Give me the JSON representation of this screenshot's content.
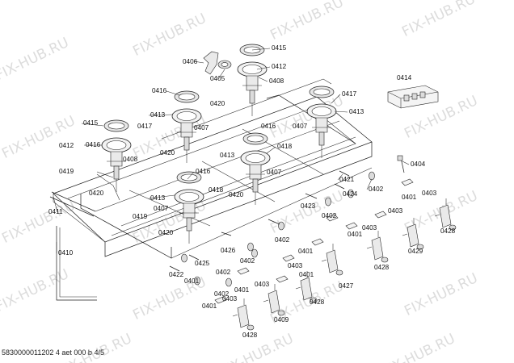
{
  "watermark": "FIX-HUB.RU",
  "footer": "5830000011202 4 aet 000 b 4/5",
  "callouts": [
    "0415",
    "0406",
    "0412",
    "0405",
    "0408",
    "0414",
    "0416",
    "0417",
    "0420",
    "0416",
    "0413",
    "0413",
    "0407",
    "0415",
    "0417",
    "0407",
    "0418",
    "0416",
    "0412",
    "0420",
    "0413",
    "0404",
    "0419",
    "0408",
    "0407",
    "0421",
    "0420",
    "0416",
    "0418",
    "0420",
    "0402",
    "0424",
    "0401",
    "0411",
    "0413",
    "0407",
    "0423",
    "0402",
    "0403",
    "0419",
    "0403",
    "0401",
    "0420",
    "0402",
    "0403",
    "0401",
    "0428",
    "0410",
    "0402",
    "0426",
    "0425",
    "0401",
    "0402",
    "0429",
    "0422",
    "0403",
    "0401",
    "0428",
    "0402",
    "0401",
    "0403",
    "0427",
    "0401",
    "0403",
    "0428",
    "0409",
    "0428"
  ]
}
